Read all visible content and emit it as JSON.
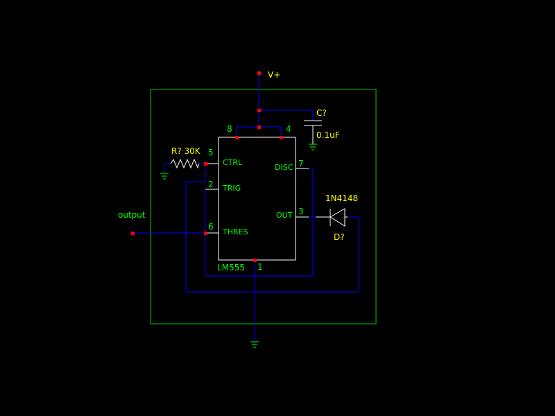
{
  "colors": {
    "background": "#000000",
    "border": "#00cc00",
    "wire": "#0000ff",
    "component": "#ffffff",
    "pin_label": "#00ff00",
    "part_label": "#ffff00",
    "junction": "#ff0000"
  },
  "labels": {
    "vplus": "V+",
    "cap_ref": "C?",
    "cap_value": "0.1uF",
    "res_label": "R? 30K",
    "diode_part": "1N4148",
    "diode_ref": "D?",
    "output_port": "output",
    "ic_name": "LM555"
  },
  "ic_pins": {
    "p8": "8",
    "p4": "4",
    "p5": "5",
    "p2": "2",
    "p6": "6",
    "p7": "7",
    "p3": "3",
    "p1": "1",
    "ctrl": "CTRL",
    "trig": "TRIG",
    "thres": "THRES",
    "disc": "DISC",
    "out": "OUT"
  }
}
